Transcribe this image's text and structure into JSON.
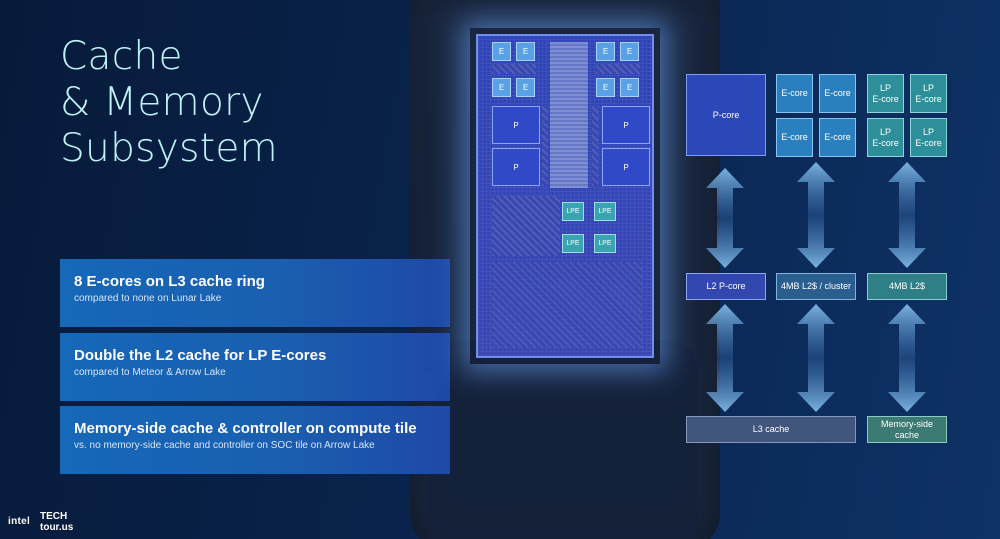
{
  "slide": {
    "title_line1": "Cache",
    "title_line2": "& Memory",
    "title_line3": "Subsystem"
  },
  "callouts": [
    {
      "heading": "8 E-cores on L3 cache ring",
      "sub": "compared to none on Lunar Lake"
    },
    {
      "heading": "Double the L2 cache for LP E-cores",
      "sub": "compared to Meteor & Arrow Lake"
    },
    {
      "heading": "Memory-side cache & controller on compute tile",
      "sub": "vs. no memory-side cache and controller on SOC tile on Arrow Lake"
    }
  ],
  "die": {
    "e_label": "E",
    "p_label": "P",
    "lpe_label": "LPE"
  },
  "diagram": {
    "pcore": "P-core",
    "ecore": "E-core",
    "lp_line1": "LP",
    "lp_line2": "E-core",
    "l2_pcore": "L2 P-core",
    "l2_ecore": "4MB L2$ / cluster",
    "l2_lp": "4MB L2$",
    "l3": "L3 cache",
    "msc_line1": "Memory-side",
    "msc_line2": "cache"
  },
  "branding": {
    "intel": "intel",
    "tech_line1": "TECH",
    "tech_line2": "tour.us"
  },
  "colors": {
    "background": "#0a2550",
    "title": "#bff2f6",
    "callout": "#1668b8",
    "pcore": "#2a48b8",
    "ecore": "#2a7fbf",
    "lp_ecore": "#2c8f99",
    "arrow": "#7fb9e6"
  }
}
